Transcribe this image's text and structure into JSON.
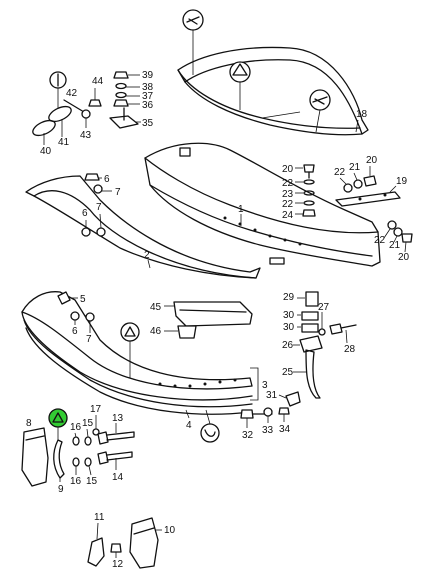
{
  "diagram": {
    "callouts": {
      "c1": "1",
      "c2": "2",
      "c3": "3",
      "c4": "4",
      "c5": "5",
      "c6a": "6",
      "c6b": "6",
      "c6c": "6",
      "c7a": "7",
      "c7b": "7",
      "c7c": "7",
      "c8": "8",
      "c9": "9",
      "c10": "10",
      "c11": "11",
      "c12": "12",
      "c13": "13",
      "c14": "14",
      "c15a": "15",
      "c15b": "15",
      "c16a": "16",
      "c16b": "16",
      "c17": "17",
      "c18": "18",
      "c19": "19",
      "c20a": "20",
      "c20b": "20",
      "c20c": "20",
      "c21a": "21",
      "c21b": "21",
      "c22a": "22",
      "c22b": "22",
      "c22c": "22",
      "c22d": "22",
      "c23": "23",
      "c24": "24",
      "c25": "25",
      "c26": "26",
      "c27": "27",
      "c28": "28",
      "c29": "29",
      "c30a": "30",
      "c30b": "30",
      "c31": "31",
      "c32": "32",
      "c33": "33",
      "c34": "34",
      "c35": "35",
      "c36": "36",
      "c37": "37",
      "c38": "38",
      "c39": "39",
      "c40": "40",
      "c41": "41",
      "c42": "42",
      "c43": "43",
      "c44": "44",
      "c45": "45",
      "c46": "46"
    },
    "highlight_color": "#33cc33",
    "line_color": "#111111"
  }
}
